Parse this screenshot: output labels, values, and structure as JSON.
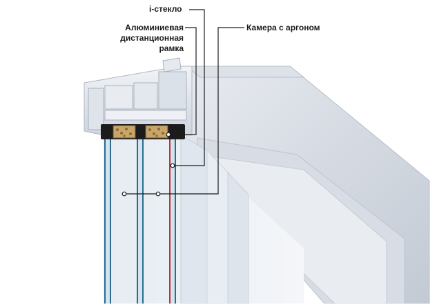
{
  "labels": {
    "i_glass": "i-стекло",
    "spacer_line1": "Алюминиевая",
    "spacer_line2": "дистанционная",
    "spacer_line3": "рамка",
    "argon_chamber": "Камера с аргоном"
  },
  "colors": {
    "frame_light": "#e4e8ee",
    "frame_mid": "#c9cfd8",
    "frame_dark": "#aab2be",
    "glass_face": "#e9eef4",
    "glass_edge_blue": "#2a6c8f",
    "coating_red": "#c0343c",
    "sealant": "#1c1c1c",
    "desiccant": "#c9a56a",
    "leader_line": "#1a1a1a"
  }
}
